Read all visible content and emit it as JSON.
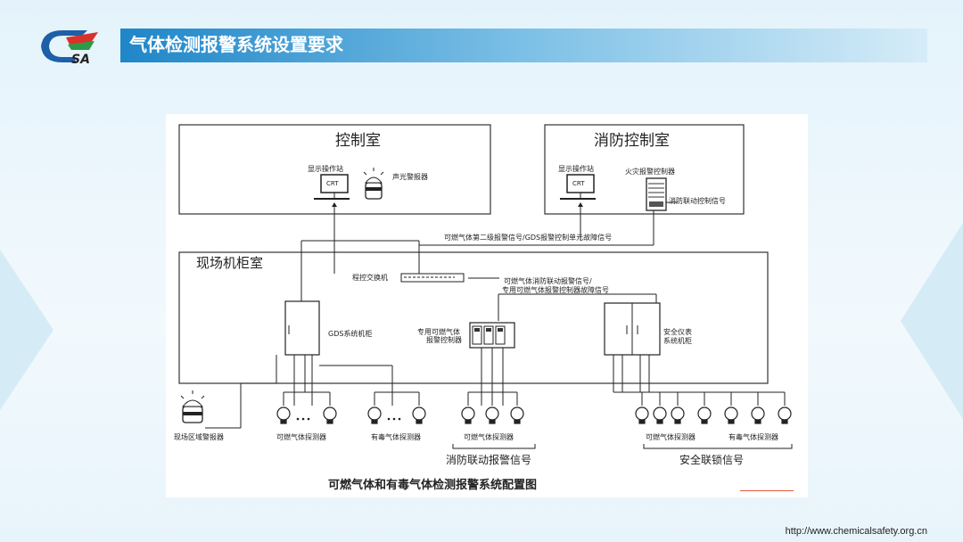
{
  "header": {
    "title": "气体检测报警系统设置要求"
  },
  "logo": {
    "text": "SA",
    "icon": "csa-logo-icon"
  },
  "diagram": {
    "rooms": {
      "control_room": "控制室",
      "fire_control_room": "消防控制室",
      "field_cabinet_room": "现场机柜室"
    },
    "labels": {
      "display_station_1": "显示操作站",
      "crt_1": "CRT",
      "sound_light_alarm": "声光警报器",
      "display_station_2": "显示操作站",
      "crt_2": "CRT",
      "fire_alarm_controller": "火灾报警控制器",
      "fire_link_control_signal": "消防联动控制信号",
      "second_level_signal": "可燃气体第二级报警信号/GDS报警控制单元故障信号",
      "program_switch": "程控交换机",
      "fire_link_alarm_signal_1": "可燃气体消防联动报警信号/",
      "fire_link_alarm_signal_2": "专用可燃气体报警控制器故障信号",
      "gds_cabinet": "GDS系统机柜",
      "dedicated_controller_1": "专用可燃气体",
      "dedicated_controller_2": "报警控制器",
      "sis_cabinet_1": "安全仪表",
      "sis_cabinet_2": "系统机柜",
      "field_area_alarm": "现场区域警报器",
      "combustible_detector_1": "可燃气体探测器",
      "toxic_detector_1": "有毒气体探测器",
      "combustible_detector_2": "可燃气体探测器",
      "combustible_detector_3": "可燃气体探测器",
      "toxic_detector_2": "有毒气体探测器",
      "fire_link_group": "消防联动报警信号",
      "safety_interlock_group": "安全联锁信号",
      "caption": "可燃气体和有毒气体检测报警系统配置图"
    }
  },
  "footer": {
    "url": "http://www.chemicalsafety.org.cn"
  },
  "colors": {
    "title_bar": "#1f86c8",
    "accent_line": "#e05a3a"
  }
}
